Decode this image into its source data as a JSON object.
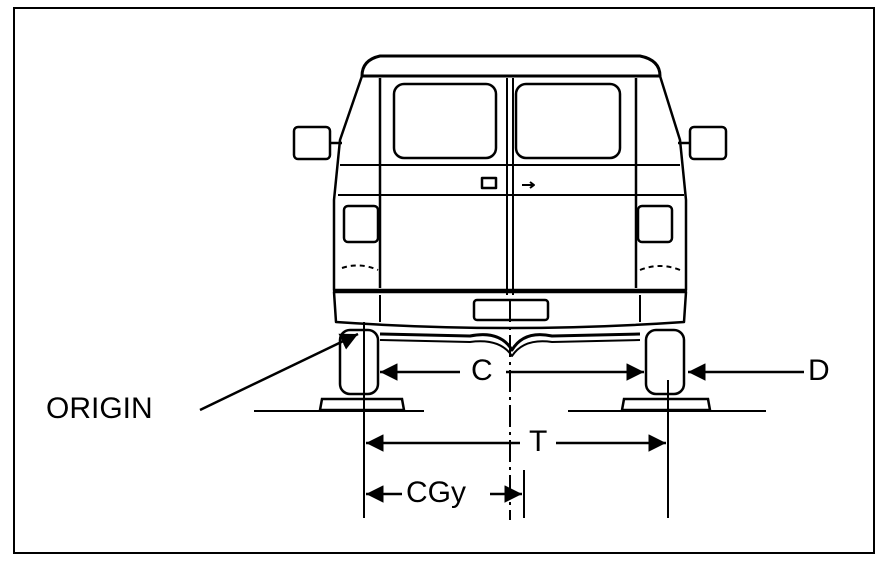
{
  "labels": {
    "origin": "ORIGIN",
    "c": "C",
    "d": "D",
    "t": "T",
    "cgy": "CGy"
  },
  "colors": {
    "ink": "#000000",
    "paper": "#ffffff"
  }
}
